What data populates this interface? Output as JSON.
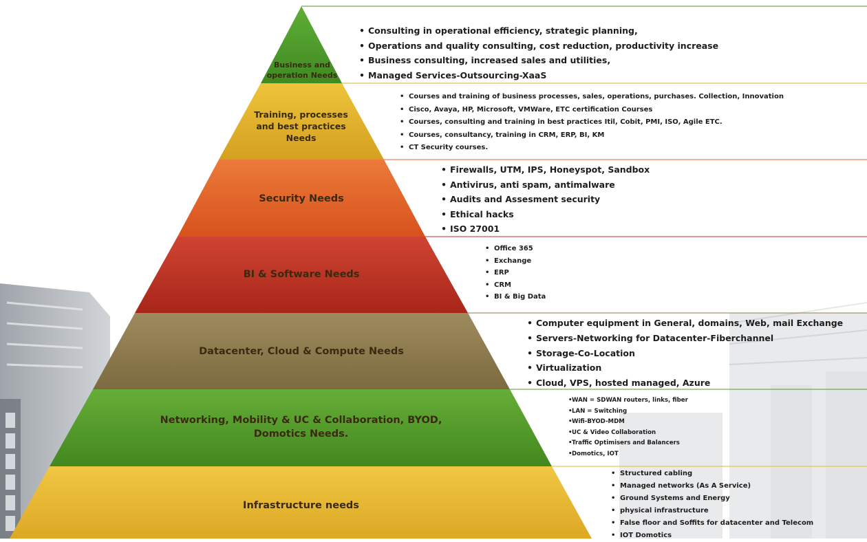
{
  "colors": {
    "tier1": "#4e9a2c",
    "tier2": "#e0b22a",
    "tier3": "#e1642a",
    "tier4": "#b83224",
    "tier5": "#8e7b4f",
    "tier6": "#549a2c",
    "tier7": "#e7b92e",
    "label_text": "#3a2a10"
  },
  "tiers": [
    {
      "label": "Business and operation Needs",
      "items": [
        "Consulting in operational efficiency, strategic planning,",
        "Operations and quality consulting, cost reduction, productivity increase",
        "Business consulting, increased sales and utilities,",
        "Managed Services-Outsourcing-XaaS"
      ]
    },
    {
      "label": "Training, processes and best practices Needs",
      "items": [
        "Courses and training of business processes, sales, operations, purchases. Collection, Innovation",
        "Cisco, Avaya, HP, Microsoft, VMWare, ETC certification Courses",
        "Courses, consulting and training in best practices Itil, Cobit, PMI, ISO, Agile ETC.",
        "Courses, consultancy, training in CRM, ERP, BI, KM",
        "CT Security courses."
      ]
    },
    {
      "label": "Security Needs",
      "items": [
        "Firewalls, UTM, IPS, Honeyspot, Sandbox",
        "Antivirus, anti spam, antimalware",
        "Audits and Assesment security",
        "Ethical hacks",
        "ISO 27001"
      ]
    },
    {
      "label": "BI & Software Needs",
      "items": [
        "Office 365",
        "Exchange",
        "ERP",
        "CRM",
        "BI & Big Data"
      ]
    },
    {
      "label": "Datacenter, Cloud & Compute Needs",
      "items": [
        "Computer equipment in General, domains, Web, mail Exchange",
        "Servers-Networking for Datacenter-Fiberchannel",
        "Storage-Co-Location",
        "Virtualization",
        "Cloud, VPS, hosted managed, Azure"
      ]
    },
    {
      "label": "Networking, Mobility  & UC & Collaboration, BYOD, Domotics Needs.",
      "items": [
        "WAN = SDWAN routers, links, fiber",
        "LAN = Switching",
        "Wifi-BYOD-MDM",
        "UC & Video Collaboration",
        "Traffic Optimisers and Balancers",
        "Domotics, IOT"
      ]
    },
    {
      "label": "Infrastructure needs",
      "items": [
        "Structured cabling",
        "Managed networks (As A Service)",
        "Ground  Systems and Energy",
        "physical infrastructure",
        "False floor and Soffits for datacenter and Telecom",
        "IOT Domotics"
      ]
    }
  ]
}
